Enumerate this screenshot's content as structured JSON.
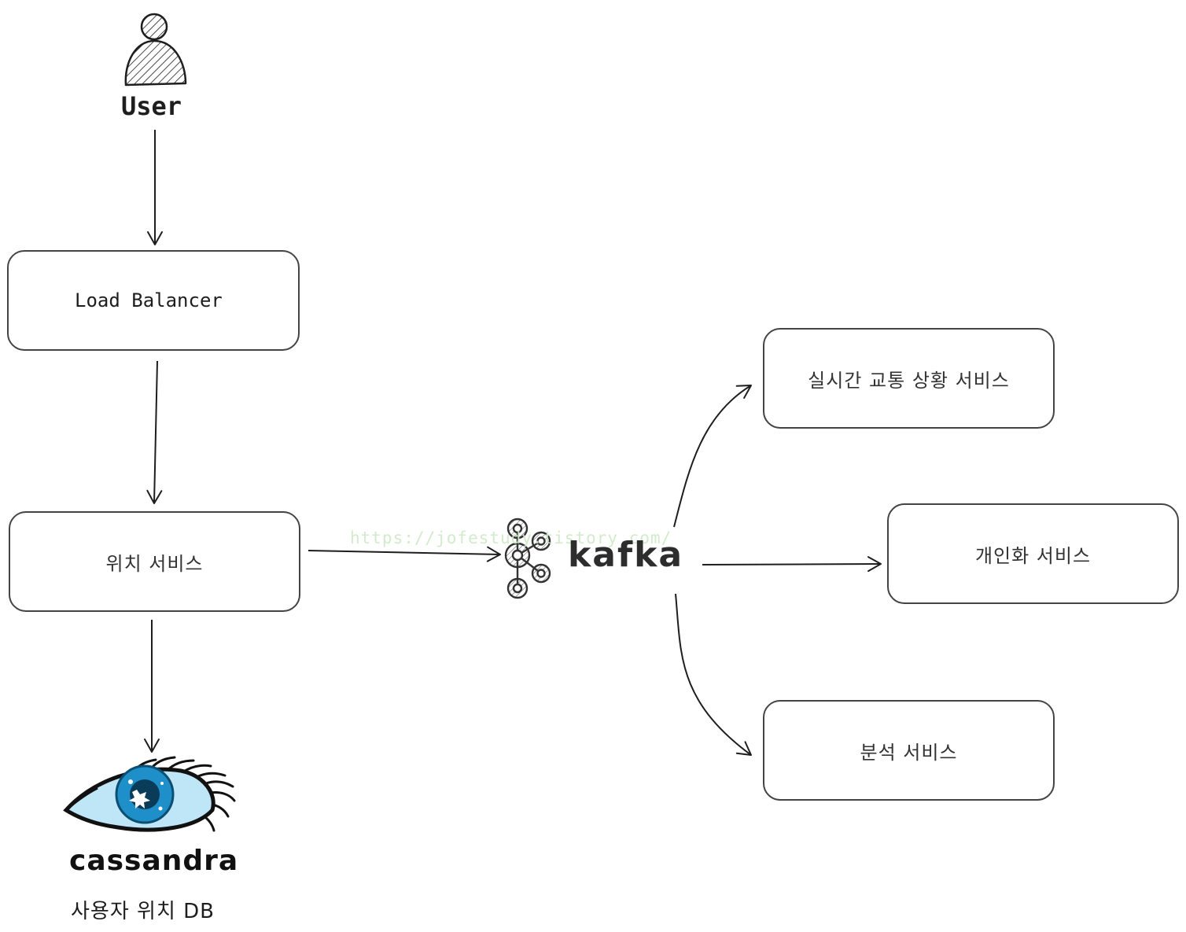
{
  "nodes": {
    "user": {
      "label": "User",
      "icon": "user-icon"
    },
    "load_balancer": {
      "label": "Load Balancer",
      "icon": "load-balancer-icon",
      "icon_color": "#f5a04a"
    },
    "location_service": {
      "label": "위치 서비스"
    },
    "kafka": {
      "label": "kafka",
      "icon": "kafka-icon"
    },
    "realtime_traffic_service": {
      "label": "실시간 교통 상황 서비스"
    },
    "personalization_service": {
      "label": "개인화 서비스"
    },
    "analytics_service": {
      "label": "분석 서비스"
    },
    "cassandra": {
      "label": "cassandra",
      "icon": "cassandra-eye-icon",
      "eye_color": "#1e8fc9"
    },
    "user_location_db": {
      "label": "사용자 위치 DB"
    }
  },
  "watermark": "https://jofestudy.tistory.com/"
}
